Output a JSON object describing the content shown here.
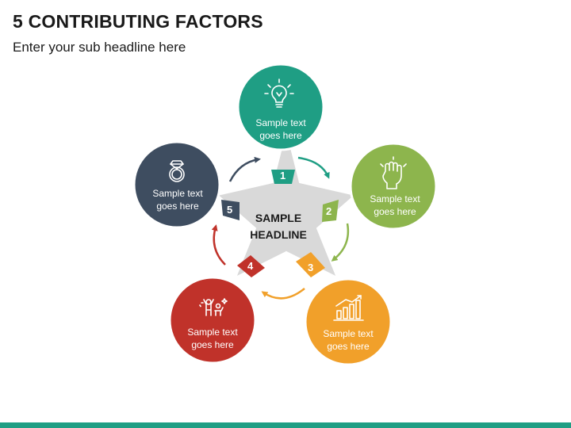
{
  "title": "5 CONTRIBUTING FACTORS",
  "subtitle": "Enter your sub headline here",
  "center": {
    "line1": "SAMPLE",
    "line2": "HEADLINE"
  },
  "factors": [
    {
      "number": "1",
      "line1": "Sample text",
      "line2": "goes here",
      "color": "#1f9e84",
      "icon": "lightbulb-icon"
    },
    {
      "number": "2",
      "line1": "Sample text",
      "line2": "goes here",
      "color": "#8db54d",
      "icon": "raised-fist-icon"
    },
    {
      "number": "3",
      "line1": "Sample text",
      "line2": "goes here",
      "color": "#f1a02a",
      "icon": "bar-chart-growth-icon"
    },
    {
      "number": "4",
      "line1": "Sample text",
      "line2": "goes here",
      "color": "#c0322a",
      "icon": "celebrating-people-icon"
    },
    {
      "number": "5",
      "line1": "Sample text",
      "line2": "goes here",
      "color": "#3e4d60",
      "icon": "diamond-ring-icon"
    }
  ],
  "colors": {
    "star": "#d9d9d9",
    "accent_bar": "#1f9e84"
  }
}
